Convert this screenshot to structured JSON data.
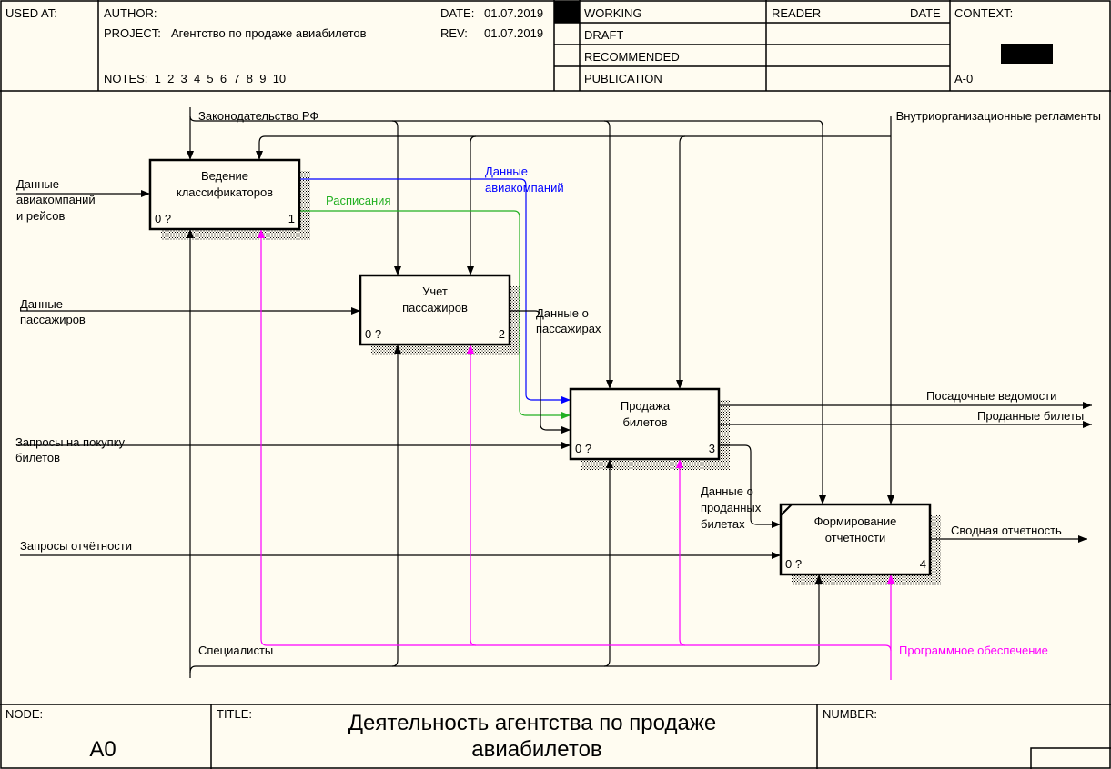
{
  "header": {
    "used_at": "USED AT:",
    "author": "AUTHOR:",
    "project_label": "PROJECT:",
    "project": "Агентство по продаже авиабилетов",
    "date_label": "DATE:",
    "date": "01.07.2019",
    "rev_label": "REV:",
    "rev": "01.07.2019",
    "notes": "NOTES:  1  2  3  4  5  6  7  8  9  10",
    "status": [
      "WORKING",
      "DRAFT",
      "RECOMMENDED",
      "PUBLICATION"
    ],
    "reader": "READER",
    "reader_date": "DATE",
    "context": "CONTEXT:",
    "context_node": "A-0"
  },
  "boxes": [
    {
      "title": [
        "Ведение",
        "классификаторов"
      ],
      "cost": "0 ?",
      "num": "1"
    },
    {
      "title": [
        "Учет",
        "пассажиров"
      ],
      "cost": "0 ?",
      "num": "2"
    },
    {
      "title": [
        "Продажа",
        "билетов"
      ],
      "cost": "0 ?",
      "num": "3"
    },
    {
      "title": [
        "Формирование",
        "отчетности"
      ],
      "cost": "0 ?",
      "num": "4"
    }
  ],
  "arrows": {
    "law": "Законодательство РФ",
    "regulations": "Внутриорганизационные регламенты",
    "airline_input": [
      "Данные",
      "авиакомпаний",
      "и рейсов"
    ],
    "passenger_input": [
      "Данные",
      "пассажиров"
    ],
    "purchase_requests": [
      "Запросы на покупку",
      "билетов"
    ],
    "report_requests": "Запросы отчётности",
    "airline_data": [
      "Данные",
      "авиакомпаний"
    ],
    "schedules": "Расписания",
    "passenger_data": [
      "Данные о",
      "пассажирах"
    ],
    "boarding_lists": "Посадочные ведомости",
    "sold_tickets": "Проданные билеты",
    "sold_ticket_data": [
      "Данные о",
      "проданных",
      "билетах"
    ],
    "summary_report": "Сводная отчетность",
    "specialists": "Специалисты",
    "software": "Программное обеспечение"
  },
  "footer": {
    "node_label": "NODE:",
    "node": "A0",
    "title_label": "TITLE:",
    "title": [
      "Деятельность агентства по продаже",
      "авиабилетов"
    ],
    "number_label": "NUMBER:"
  },
  "colors": {
    "background": "#fffcf1",
    "blue": "#0000ff",
    "green": "#22b022",
    "magenta": "#ff00ff"
  }
}
